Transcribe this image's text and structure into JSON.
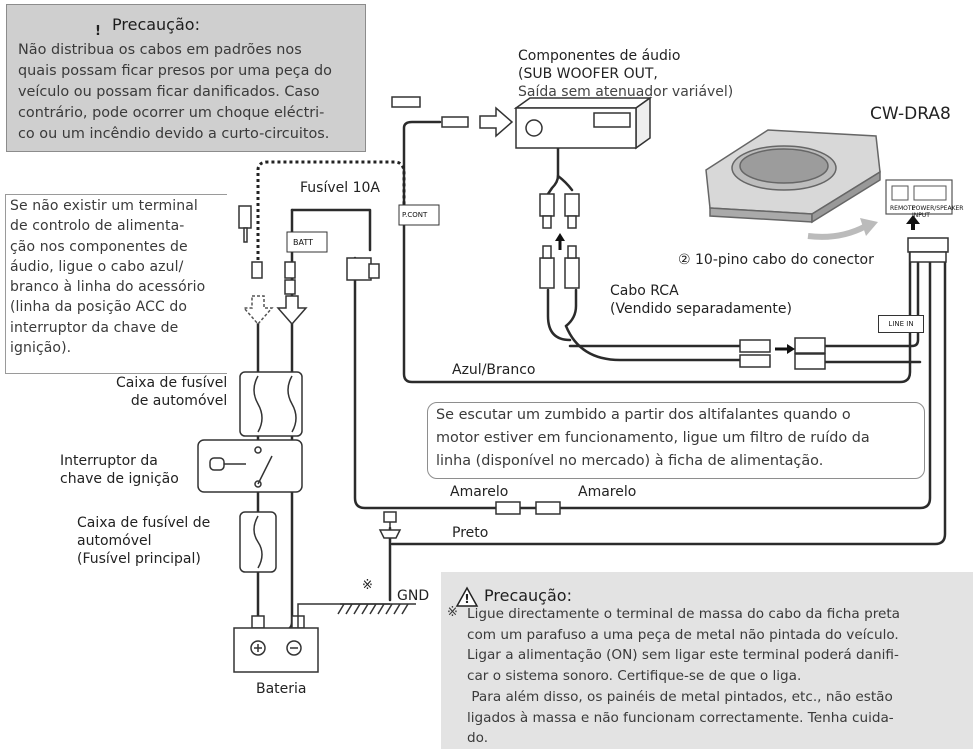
{
  "caution_top": {
    "title": "Precaução:",
    "lines": [
      "Não distribua os cabos em padrões nos",
      "quais possam ficar presos por uma peça do",
      "veículo ou possam ficar danificados. Caso",
      "contrário, pode ocorrer um choque eléctri-",
      "co ou um incêndio devido a curto-circuitos."
    ]
  },
  "note_left": {
    "lines": [
      "Se não existir um terminal",
      "de controlo de alimenta-",
      "ção nos componentes de",
      "áudio, ligue o cabo azul/",
      "branco à linha do acessório",
      "(linha da posição ACC do",
      "interruptor da chave de",
      "ignição)."
    ]
  },
  "labels": {
    "audio_line1": "Componentes de áudio",
    "audio_line2": "(SUB WOOFER OUT,",
    "audio_line3": "Saída sem atenuador variável)",
    "product": "CW-DRA8",
    "fuse": "Fusível 10A",
    "batt": "BATT",
    "pcont": "P.CONT",
    "connector": "② 10-pino cabo do conector",
    "rca_line1": "Cabo RCA",
    "rca_line2": "(Vendido separadamente)",
    "line_in": "LINE IN",
    "blue_white": "Azul/Branco",
    "yellow_left": "Amarelo",
    "yellow_right": "Amarelo",
    "black": "Preto",
    "fusebox_line1": "Caixa de fusível",
    "fusebox_line2": "de automóvel",
    "ignition_line1": "Interruptor da",
    "ignition_line2": "chave de ignição",
    "mainfuse_line1": "Caixa de fusível de",
    "mainfuse_line2": "automóvel",
    "mainfuse_line3": "(Fusível principal)",
    "battery": "Bateria",
    "gnd": "GND",
    "ref_mark": "※",
    "remote": "REMOTE",
    "power_input": "POWER/SPEAKER INPUT"
  },
  "hum_note": {
    "lines": [
      "Se escutar um zumbido a partir dos altifalantes quando o",
      "motor estiver em funcionamento, ligue um filtro de ruído da",
      "linha (disponível no mercado) à ficha de alimentação."
    ]
  },
  "caution_bottom": {
    "title": "Precaução:",
    "mark": "※",
    "lines": [
      "Ligue directamente o terminal de massa do cabo da ficha preta",
      "com um parafuso a uma peça de metal não pintada do veículo.",
      "Ligar a alimentação (ON) sem ligar este terminal poderá danifi-",
      "car o sistema sonoro. Certifique-se de que o liga.",
      " Para além disso, os painéis de metal pintados, etc., não estão",
      "ligados à massa e não funcionam correctamente. Tenha cuida-",
      "do."
    ]
  }
}
